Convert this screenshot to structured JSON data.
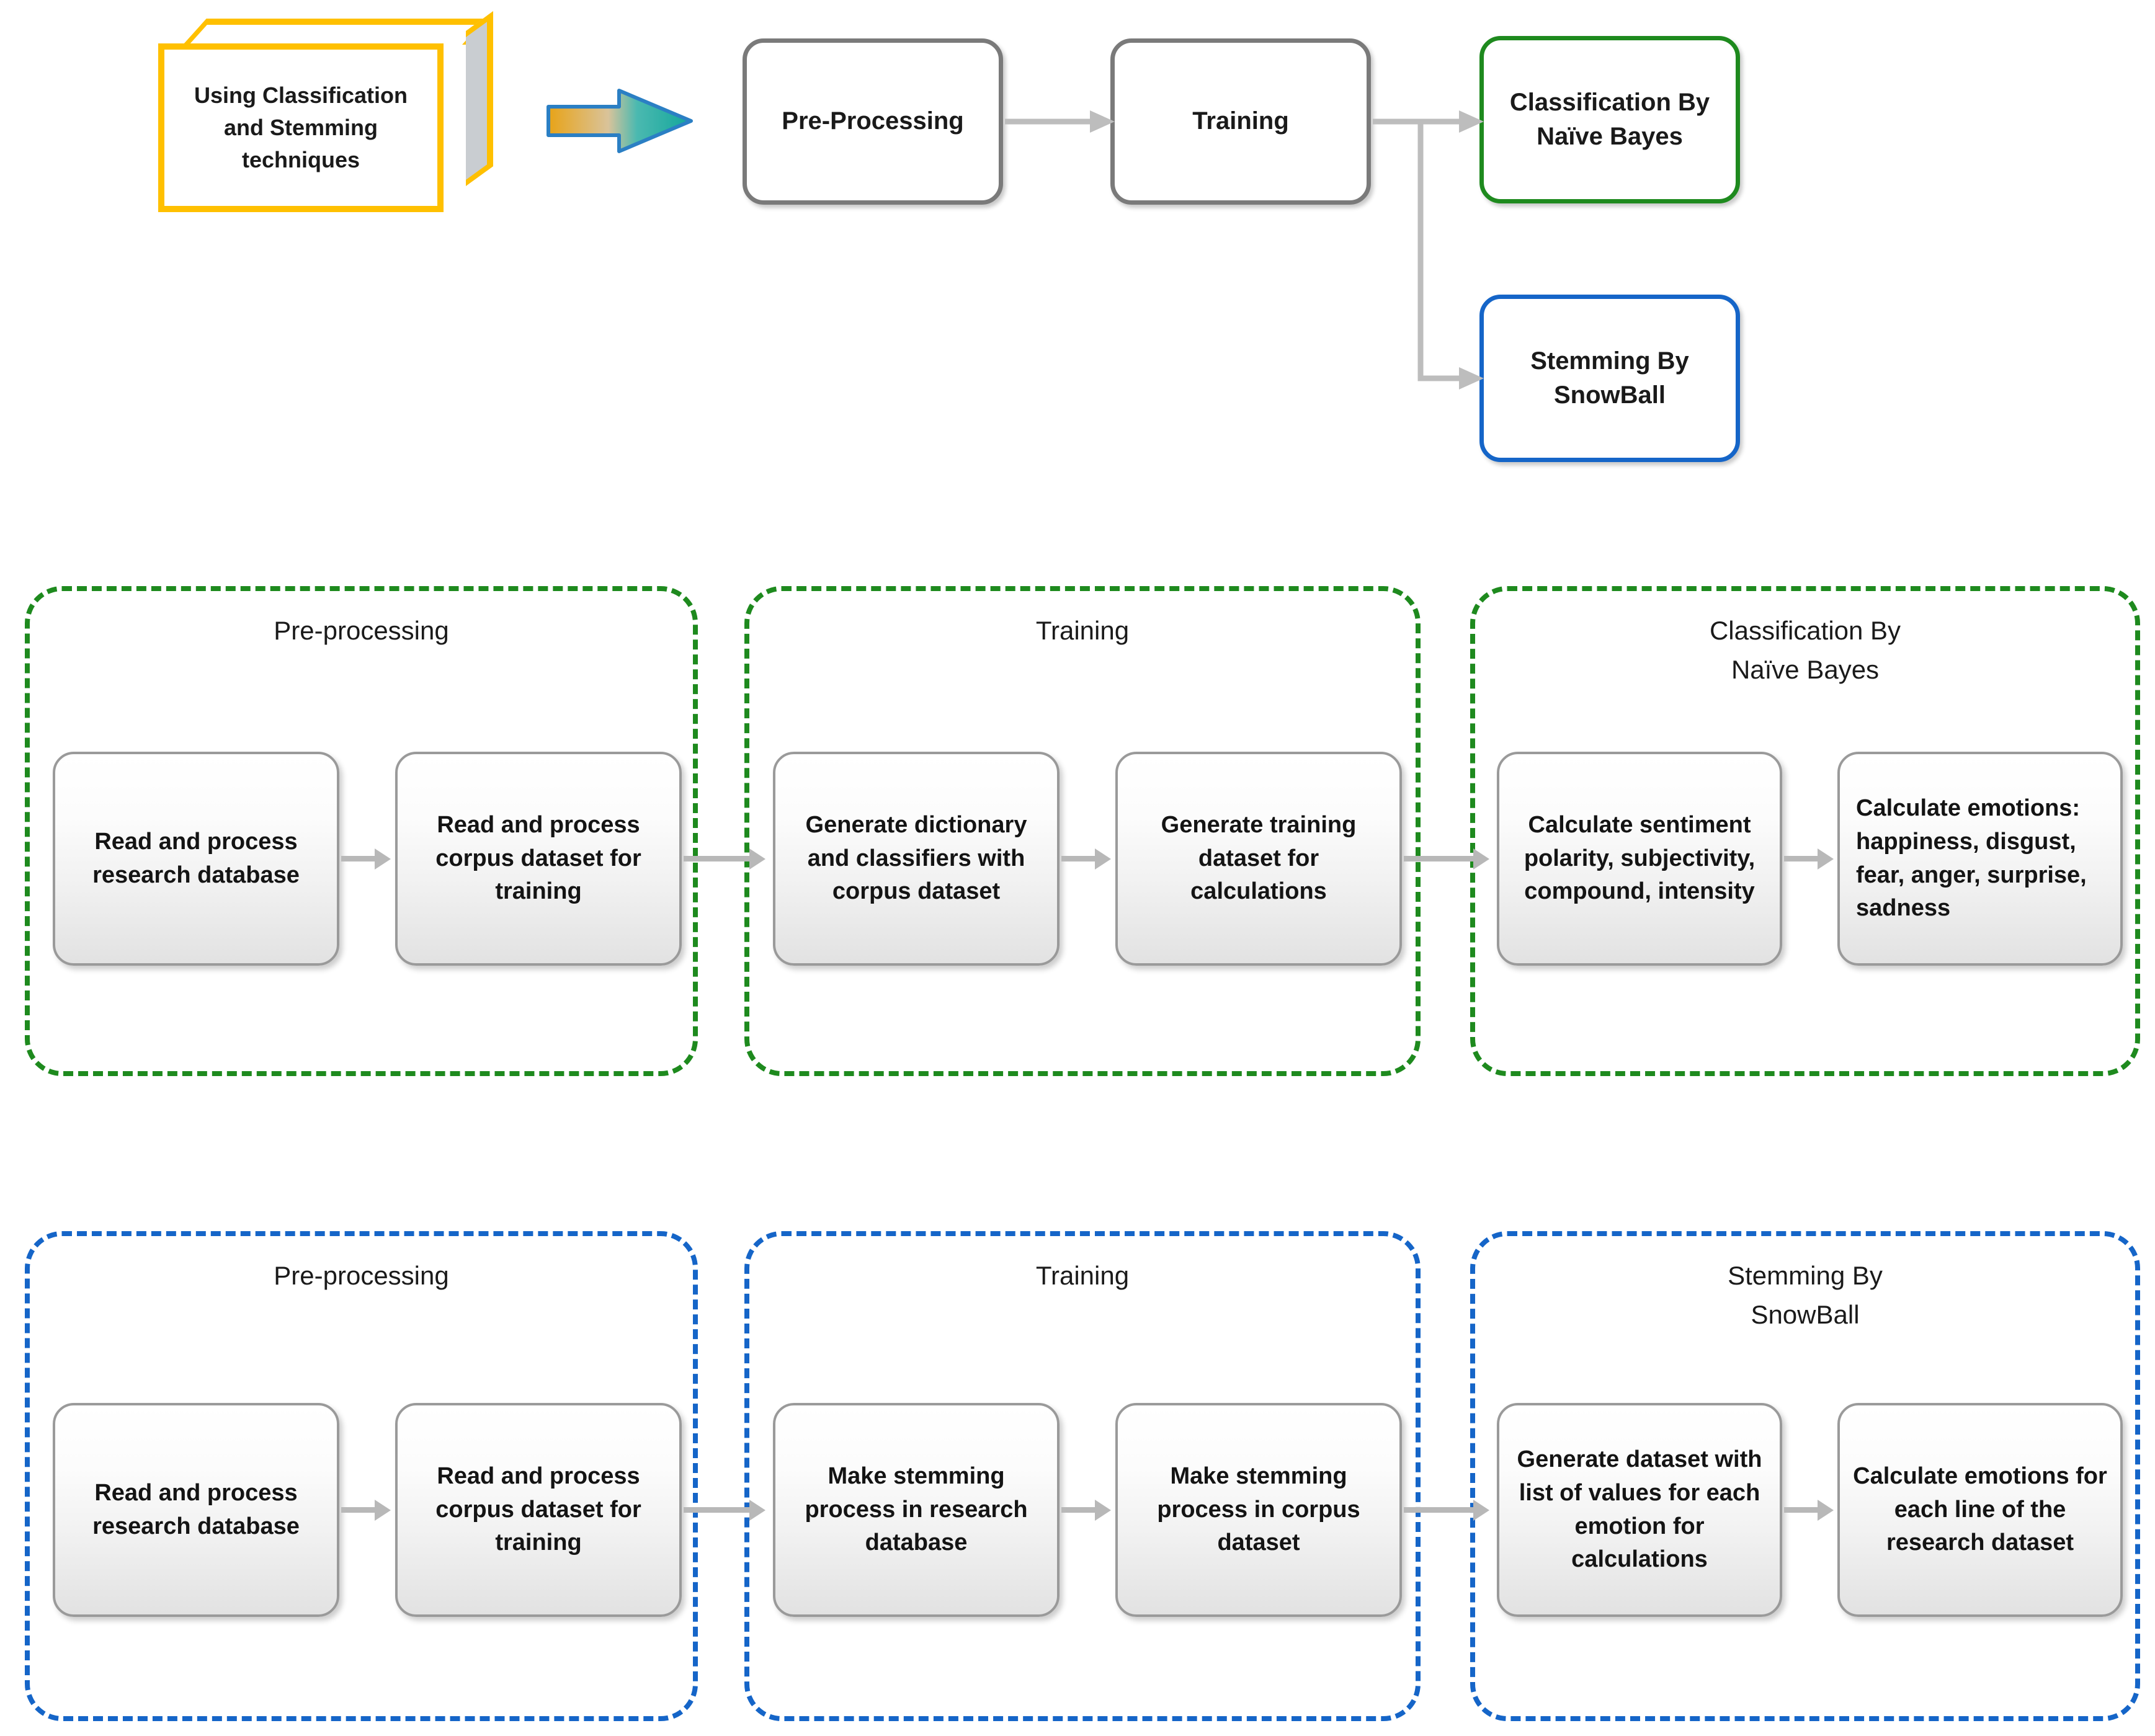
{
  "top_flow": {
    "source_cube": {
      "label": "Using Classification and Stemming techniques",
      "border_color": "#FFC000",
      "side_color": "#c9cdd1"
    },
    "transition_arrow": {
      "icon": "block-arrow-right-icon",
      "gradient_from": "#E8A317",
      "gradient_to": "#16A89A",
      "outline": "#2B7FC4"
    },
    "stages": [
      {
        "label": "Pre-Processing",
        "border_color": "#7a7a7a"
      },
      {
        "label": "Training",
        "border_color": "#7a7a7a"
      }
    ],
    "outcomes": [
      {
        "label": "Classification By\nNaïve Bayes",
        "border_color": "#1E8A1E"
      },
      {
        "label": "Stemming By\nSnowBall",
        "border_color": "#1565C8"
      }
    ]
  },
  "pipelines": [
    {
      "accent_color": "#1E8A1E",
      "panels": [
        {
          "title": "Pre-processing",
          "steps": [
            "Read and process research database",
            "Read and process corpus dataset for training"
          ]
        },
        {
          "title": "Training",
          "steps": [
            "Generate dictionary and classifiers with corpus dataset",
            "Generate training dataset for calculations"
          ]
        },
        {
          "title": "Classification By\nNaïve Bayes",
          "steps": [
            "Calculate sentiment polarity, subjectivity, compound, intensity",
            "Calculate emotions: happiness, disgust, fear, anger, surprise, sadness"
          ]
        }
      ]
    },
    {
      "accent_color": "#1565C8",
      "panels": [
        {
          "title": "Pre-processing",
          "steps": [
            "Read and process research database",
            "Read and process corpus dataset for training"
          ]
        },
        {
          "title": "Training",
          "steps": [
            "Make stemming process in research database",
            "Make stemming process in corpus dataset"
          ]
        },
        {
          "title": "Stemming By\nSnowBall",
          "steps": [
            "Generate dataset with list of values for each emotion for calculations",
            "Calculate emotions for each line of the research dataset"
          ]
        }
      ]
    }
  ]
}
